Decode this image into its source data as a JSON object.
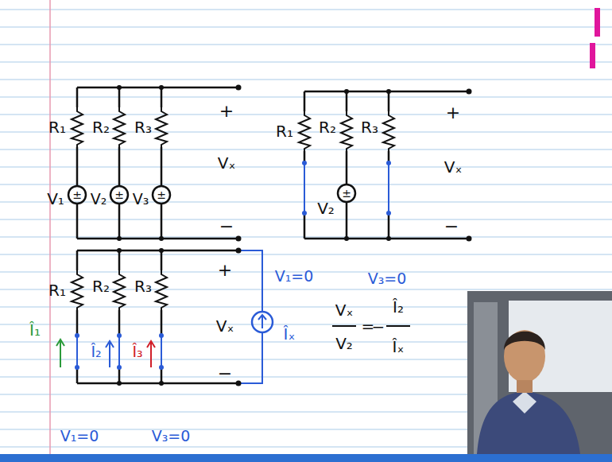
{
  "diagram": {
    "labels": [
      "R₁",
      "R₂",
      "R₃",
      "V₁",
      "V₂",
      "V₃",
      "±",
      "±",
      "±",
      "+",
      "Vₓ",
      "−",
      "R₁",
      "R₂",
      "R₃",
      "±",
      "V₂",
      "+",
      "Vₓ",
      "−",
      "R₁",
      "R₂",
      "R₃",
      "+",
      "Vₓ",
      "−",
      "Î₁",
      "Î₂",
      "Î₃",
      "Îₓ",
      "V₁=0",
      "V₃=0",
      "V₁=0",
      "V₃=0",
      "Vₓ",
      "V₂",
      "=",
      "−",
      "Î₂",
      "Îₓ"
    ]
  }
}
